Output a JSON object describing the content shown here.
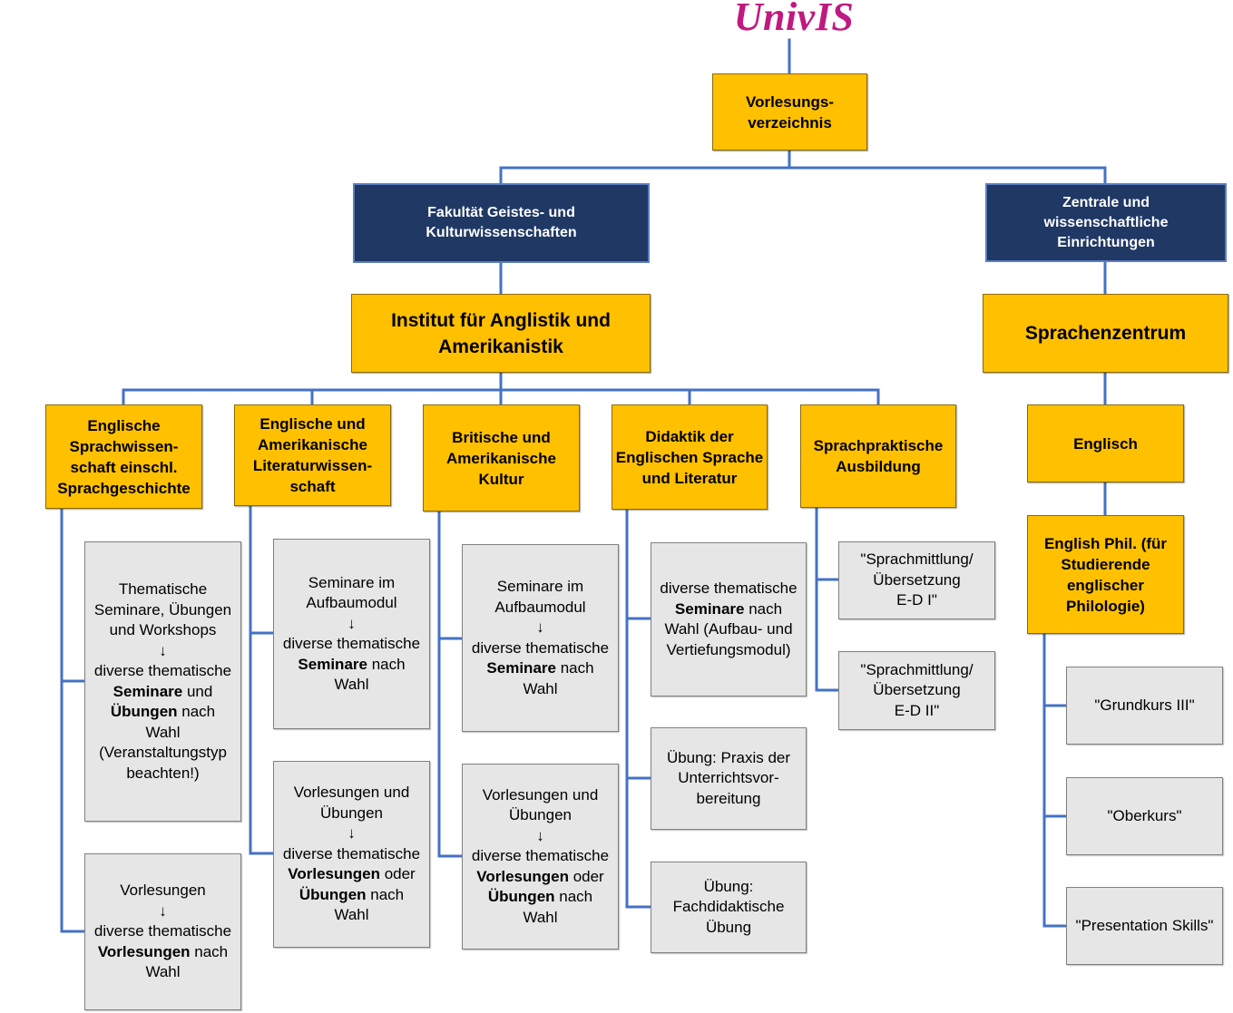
{
  "logo": {
    "text": "UnivIS"
  },
  "root": {
    "line1": "Vorlesungs-",
    "line2": "verzeichnis"
  },
  "fakultaet": {
    "line1": "Fakultät Geistes- und",
    "line2": "Kulturwissenschaften"
  },
  "zentrale": {
    "line1": "Zentrale und",
    "line2": "wissenschaftliche",
    "line3": "Einrichtungen"
  },
  "institut": {
    "line1": "Institut für Anglistik und",
    "line2": "Amerikanistik"
  },
  "sprachenzentrum": {
    "line1": "Sprachenzentrum"
  },
  "departments": [
    {
      "lines": [
        "Englische",
        "Sprachwissen-",
        "schaft einschl.",
        "Sprachgeschichte"
      ]
    },
    {
      "lines": [
        "Englische und",
        "Amerikanische",
        "Literaturwissen-",
        "schaft"
      ]
    },
    {
      "lines": [
        "Britische und",
        "Amerikanische",
        "Kultur"
      ]
    },
    {
      "lines": [
        "Didaktik der",
        "Englischen Sprache",
        "und Literatur"
      ]
    },
    {
      "lines": [
        "Sprachpraktische",
        "Ausbildung"
      ]
    }
  ],
  "englisch": {
    "line1": "Englisch"
  },
  "english_phil": {
    "lines": [
      "English Phil. (für",
      "Studierende",
      "englischer",
      "Philologie)"
    ]
  },
  "arrow": "↓",
  "cards": {
    "sprachwiss_seminare": {
      "l1": "Thematische",
      "l2": "Seminare, Übungen",
      "l3": "und Workshops",
      "l5": "diverse thematische",
      "l6b": "Seminare",
      "l6": " und",
      "l7b": "Übungen",
      "l7": " nach",
      "l8": "Wahl",
      "l9": "(Veranstaltungstyp",
      "l10": "beachten!)"
    },
    "sprachwiss_vorlesungen": {
      "l1": "Vorlesungen",
      "l3": "diverse thematische",
      "l4b": "Vorlesungen",
      "l4": " nach",
      "l5": "Wahl"
    },
    "lit_seminare": {
      "l1": "Seminare im",
      "l2": "Aufbaumodul",
      "l4": "diverse thematische",
      "l5b": "Seminare",
      "l5": " nach",
      "l6": "Wahl"
    },
    "lit_vorlesungen": {
      "l1": "Vorlesungen und",
      "l2": "Übungen",
      "l4": "diverse thematische",
      "l5b": "Vorlesungen",
      "l5": " oder",
      "l6b": "Übungen",
      "l6": " nach",
      "l7": "Wahl"
    },
    "kultur_seminare": {
      "l1": "Seminare im",
      "l2": "Aufbaumodul",
      "l4": "diverse thematische",
      "l5b": "Seminare",
      "l5": " nach",
      "l6": "Wahl"
    },
    "kultur_vorlesungen": {
      "l1": "Vorlesungen und",
      "l2": "Übungen",
      "l4": "diverse thematische",
      "l5b": "Vorlesungen",
      "l5": " oder",
      "l6b": "Übungen",
      "l6": " nach",
      "l7": "Wahl"
    },
    "didaktik_seminare": {
      "l1": "diverse thematische",
      "l2b": "Seminare",
      "l2": " nach",
      "l3": "Wahl (Aufbau- und",
      "l4": "Vertiefungsmodul)"
    },
    "didaktik_praxis": {
      "l1": "Übung: Praxis der",
      "l2": "Unterrichtsvor-",
      "l3": "bereitung"
    },
    "didaktik_fach": {
      "l1": "Übung:",
      "l2": "Fachdidaktische",
      "l3": "Übung"
    },
    "sprachmittlung_1": {
      "l1": "\"Sprachmittlung/",
      "l2": "Übersetzung",
      "l3": "E-D I\""
    },
    "sprachmittlung_2": {
      "l1": "\"Sprachmittlung/",
      "l2": "Übersetzung",
      "l3": "E-D II\""
    },
    "grundkurs": {
      "l1": "\"Grundkurs III\""
    },
    "oberkurs": {
      "l1": "\"Oberkurs\""
    },
    "presentation": {
      "l1": "\"Presentation Skills\""
    }
  },
  "colors": {
    "yellow": "#ffc000",
    "navy": "#1f3864",
    "gray": "#e6e6e6",
    "connector": "#4472c4",
    "logo": "#c0197f"
  }
}
